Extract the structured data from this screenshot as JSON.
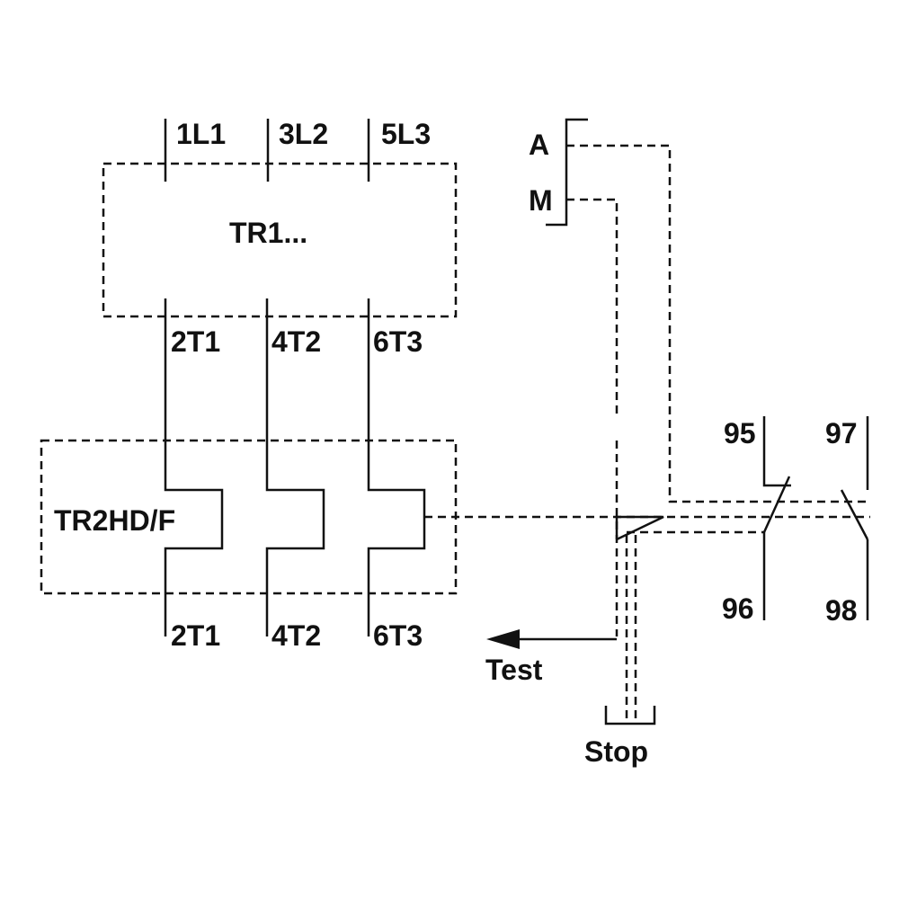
{
  "diagram": {
    "top_box_label": "TR1...",
    "bottom_box_label": "TR2HD/F",
    "terminals_in": [
      "1L1",
      "3L2",
      "5L3"
    ],
    "terminals_mid": [
      "2T1",
      "4T2",
      "6T3"
    ],
    "terminals_out": [
      "2T1",
      "4T2",
      "6T3"
    ],
    "selector": {
      "a": "A",
      "m": "M"
    },
    "contacts": {
      "nc_top": "95",
      "nc_bottom": "96",
      "no_top": "97",
      "no_bottom": "98"
    },
    "test_label": "Test",
    "stop_label": "Stop"
  }
}
